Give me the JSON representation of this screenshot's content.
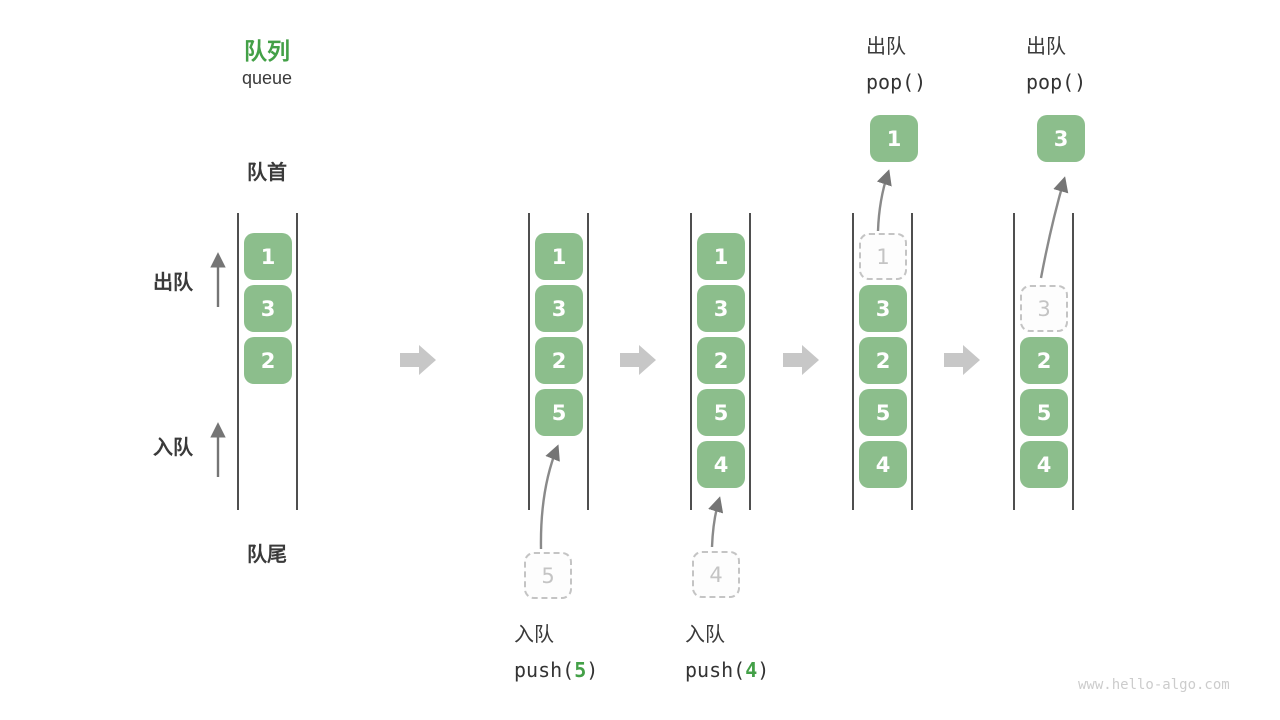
{
  "title": {
    "zh": "队列",
    "en": "queue"
  },
  "labels": {
    "front": "队首",
    "rear": "队尾",
    "dequeue_side": "出队",
    "enqueue_side": "入队"
  },
  "colors": {
    "accent_green": "#43A047",
    "box_green": "#8CBE8C",
    "line_gray": "#4f4f4f",
    "block_arrow_gray": "#c7c7c7",
    "ghost_gray": "#c4c4c4"
  },
  "stages": [
    {
      "boxes": [
        "1",
        "3",
        "2"
      ]
    },
    {
      "boxes": [
        "1",
        "3",
        "2",
        "5"
      ],
      "pending": "5",
      "op_zh": "入队",
      "op_pre": "push(",
      "op_arg": "5",
      "op_post": ")"
    },
    {
      "boxes": [
        "1",
        "3",
        "2",
        "5",
        "4"
      ],
      "pending": "4",
      "op_zh": "入队",
      "op_pre": "push(",
      "op_arg": "4",
      "op_post": ")"
    },
    {
      "boxes": [
        "3",
        "2",
        "5",
        "4"
      ],
      "removed": "1",
      "popped": "1",
      "op_zh": "出队",
      "op_fn": "pop()"
    },
    {
      "boxes": [
        "2",
        "5",
        "4"
      ],
      "removed": "3",
      "popped": "3",
      "op_zh": "出队",
      "op_fn": "pop()"
    }
  ],
  "watermark": "www.hello-algo.com"
}
